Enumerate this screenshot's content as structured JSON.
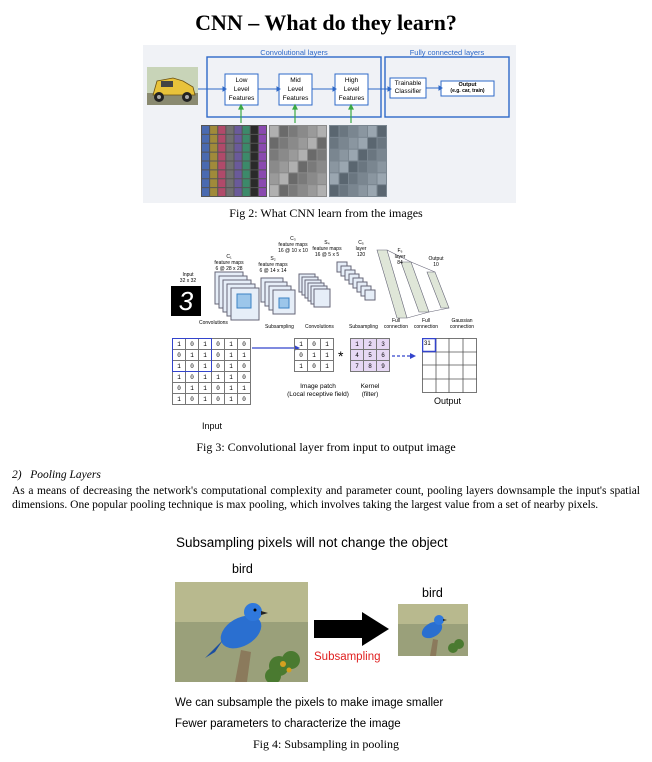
{
  "title": "CNN – What do they learn?",
  "fig2": {
    "conv_header": "Convolutional layers",
    "fc_header": "Fully connected layers",
    "box1": "Low\nLevel\nFeatures",
    "box2": "Mid\nLevel\nFeatures",
    "box3": "High\nLevel\nFeatures",
    "box4": "Trainable\nClassifier",
    "box5_line1": "Output",
    "box5_line2": "(e.g. car, train)",
    "caption": "Fig 2: What CNN learn from the images",
    "colors": {
      "blue": "#2e69c8",
      "green": "#3aa844",
      "bg": "#f0f2f6"
    }
  },
  "fig3": {
    "lenet": {
      "input_label": "Input\n32 x 32",
      "c1": "C₁\nfeature maps\n6 @ 28 x 28",
      "s2": "S₂\nfeature maps\n6 @ 14 x 14",
      "c3": "C₃\nfeature maps\n16 @ 10 x 10",
      "s4": "S₄\nfeature maps\n16 @ 5 x 5",
      "c5": "C₅\nlayer\n120",
      "f6": "F₆\nlayer\n84",
      "output": "Output\n10",
      "steps": [
        "Convolutions",
        "Subsampling",
        "Convolutions",
        "Subsampling",
        "Full connection",
        "Full connection",
        "Gaussian connection"
      ],
      "digit": "3"
    },
    "input_matrix": [
      [
        "1",
        "0",
        "1",
        "0",
        "1",
        "0"
      ],
      [
        "0",
        "1",
        "1",
        "0",
        "1",
        "1"
      ],
      [
        "1",
        "0",
        "1",
        "0",
        "1",
        "0"
      ],
      [
        "1",
        "0",
        "1",
        "1",
        "1",
        "0"
      ],
      [
        "0",
        "1",
        "1",
        "0",
        "1",
        "1"
      ],
      [
        "1",
        "0",
        "1",
        "0",
        "1",
        "0"
      ]
    ],
    "input_label": "Input",
    "patch": [
      [
        "1",
        "0",
        "1"
      ],
      [
        "0",
        "1",
        "1"
      ],
      [
        "1",
        "0",
        "1"
      ]
    ],
    "patch_label": "Image patch\n(Local receptive field)",
    "operator": "*",
    "kernel": [
      [
        "1",
        "2",
        "3"
      ],
      [
        "4",
        "5",
        "6"
      ],
      [
        "7",
        "8",
        "9"
      ]
    ],
    "kernel_label": "Kernel\n(filter)",
    "output_value": "31",
    "output_label": "Output",
    "caption": "Fig 3: Convolutional layer from input to output image"
  },
  "section": {
    "heading_num": "2)",
    "heading": "Pooling Layers",
    "paragraph": "As a means of decreasing the network's computational complexity and parameter count, pooling layers downsample the input's spatial dimensions. One popular pooling technique is max pooling, which involves taking the largest value from a set of nearby pixels."
  },
  "fig4": {
    "heading": "Subsampling pixels will not change the object",
    "label_big": "bird",
    "label_small": "bird",
    "arrow_label": "Subsampling",
    "line1": "We can subsample the pixels to make image smaller",
    "line2": "Fewer parameters to characterize the image",
    "caption": "Fig 4: Subsampling in pooling",
    "colors": {
      "arrow_label": "#e02020"
    }
  }
}
